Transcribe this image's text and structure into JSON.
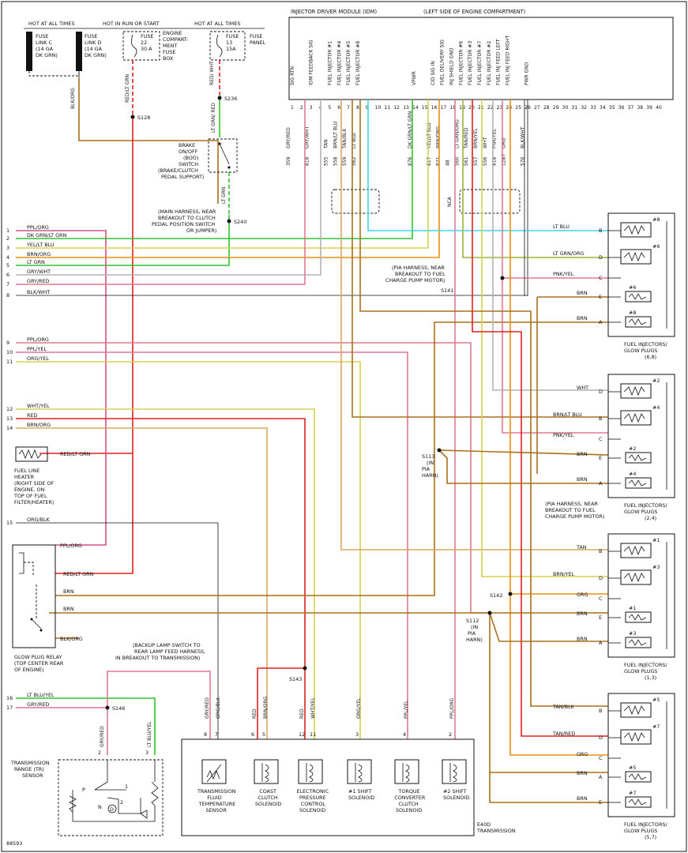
{
  "colors": {
    "pink": "#e0788f",
    "ppl": "#d4508a",
    "green": "#2ec42e",
    "yel": "#d8d050",
    "brown": "#a8701c",
    "orange": "#e89010",
    "gray": "#b4b4b4",
    "red": "#e02020",
    "darkgray": "#555555",
    "cyan": "#40d4e8",
    "olive": "#9ab43c",
    "tan": "#d8a860"
  },
  "fuses": {
    "hot_at_all_times_left": "HOT AT ALL TIMES",
    "hot_in_run": "HOT IN RUN OR START",
    "hot_at_all_times_right": "HOT AT ALL TIMES",
    "link_c": [
      "FUSE",
      "LINK C",
      "(14 GA",
      "DK GRN)"
    ],
    "link_d": [
      "FUSE",
      "LINK D",
      "(14 GA",
      "DK GRN)"
    ],
    "fuse22": [
      "FUSE",
      "22",
      "30 A"
    ],
    "engine_box": [
      "ENGINE",
      "COMPART-",
      "MENT",
      "FUSE",
      "BOX"
    ],
    "fuse13": [
      "FUSE",
      "13",
      "15A"
    ],
    "fuse_panel": [
      "FUSE",
      "PANEL"
    ]
  },
  "idm": {
    "title": "INJECTOR DRIVER MODULE (IDM)",
    "location": "(LEFT SIDE OF ENGINE COMPARTMENT)",
    "pin_labels": [
      "SIG RTN",
      "",
      "IDM FEEDBACK SIG",
      "",
      "FUEL INJECTOR #1",
      "FUEL INJECTOR #4",
      "FUEL INJECTOR #5",
      "FUEL INJECTOR #8",
      "",
      "",
      "",
      "",
      "",
      "VPWR",
      "",
      "CID SIG IN",
      "FUEL DELIVERY SIG",
      "INJ SHIELD GND",
      "FUEL INJECTOR #6",
      "FUEL INJECTOR #3",
      "FUEL INJECTOR #7",
      "FUEL INJECTOR #2",
      "FUEL INJ FEED LEFT",
      "FUEL INJ FEED RIGHT",
      "",
      "PWR GND"
    ],
    "pins": [
      "1",
      "2",
      "3",
      "4",
      "5",
      "6",
      "7",
      "8",
      "9",
      "10",
      "11",
      "12",
      "13",
      "14",
      "15",
      "16",
      "17",
      "18",
      "19",
      "20",
      "21",
      "22",
      "23",
      "24",
      "25",
      "26",
      "27",
      "28",
      "29",
      "30",
      "31",
      "32",
      "33",
      "34",
      "35",
      "36",
      "37",
      "38",
      "39",
      "40"
    ],
    "wire_colors": [
      "GRY/RED",
      "",
      "GRY/WHT",
      "",
      "TAN",
      "BRN/LT BLU",
      "TAN/BLK",
      "LT BLU",
      "",
      "",
      "",
      "",
      "",
      "DK GRN/LT GRN",
      "",
      "YEL/LT BLU",
      "BRN/ORG",
      "NCA",
      "LT GRN/ORG",
      "TAN/RED",
      "BRN/YEL",
      "WHT",
      "PNK/YEL",
      "ORG",
      "",
      "BLK/WHT"
    ],
    "circuits": [
      "359",
      "",
      "818",
      "",
      "555",
      "558",
      "559",
      "562",
      "",
      "",
      "",
      "",
      "",
      "876",
      "",
      "817",
      "821",
      "48",
      "560",
      "561",
      "557",
      "556",
      "818",
      "1287",
      "",
      "570"
    ],
    "nca": "NCA"
  },
  "splices": {
    "s128": "S128",
    "s236": "S236",
    "s240": "S240",
    "s141": "S141",
    "s113": "S113",
    "s113_note": [
      "(IN",
      "PIA",
      "HARN)"
    ],
    "s142": "S142",
    "s112": "S112",
    "s112_note": [
      "(IN",
      "PIA",
      "HARN)"
    ],
    "s143": "S143",
    "s146": "S146"
  },
  "notes": {
    "main_harness": [
      "(MAIN HARNESS, NEAR",
      "BREAKOUT TO CLUTCH",
      "PEDAL POSITION SWITCH",
      "OR JUMPER)"
    ],
    "pia_top": [
      "(PIA HARNESS, NEAR",
      "BREAKOUT TO FUEL",
      "CHARGE PUMP MOTOR)"
    ],
    "pia_mid": [
      "(PIA HARNESS, NEAR",
      "BREAKOUT TO FUEL",
      "CHARGE PUMP MOTOR)"
    ],
    "backup": [
      "(BACKUP LAMP SWITCH TO",
      "REAR LAMP FEED HARNESS,",
      "IN BREAKOUT TO TRANSMISSION)"
    ]
  },
  "brake_switch": [
    "BRAKE",
    "ON/OFF",
    "(BOO)",
    "SWITCH",
    "(BRAKE/CLUTCH",
    "PEDAL SUPPORT)"
  ],
  "left_wires": [
    {
      "n": "1",
      "label": "PPL/ORG"
    },
    {
      "n": "2",
      "label": "DK GRN/LT GRN"
    },
    {
      "n": "3",
      "label": "YEL/LT BLU"
    },
    {
      "n": "4",
      "label": "BRN/ORG"
    },
    {
      "n": "5",
      "label": "LT GRN"
    },
    {
      "n": "6",
      "label": "GRY/WHT"
    },
    {
      "n": "7",
      "label": "GRY/RED"
    },
    {
      "n": "8",
      "label": "BLK/WHT"
    },
    {
      "n": "9",
      "label": "PPL/ORG"
    },
    {
      "n": "10",
      "label": "PPL/YEL"
    },
    {
      "n": "11",
      "label": "ORG/YEL"
    },
    {
      "n": "12",
      "label": "WHT/YEL"
    },
    {
      "n": "13",
      "label": "RED"
    },
    {
      "n": "14",
      "label": "BRN/ORG"
    },
    {
      "n": "15",
      "label": "ORG/BLK"
    },
    {
      "n": "16",
      "label": "LT BLU/YEL"
    },
    {
      "n": "17",
      "label": "GRY/RED"
    }
  ],
  "wire_tags": {
    "blk_org": "BLK/ORG",
    "red_ltgrn": "RED/LT GRN",
    "red_wht": "RED/ WHT",
    "ltgrn_red": "LT GRN/ RED",
    "ltgrn": "LT GRN",
    "ppl_org": "PPL/ORG",
    "red_ltgrn2": "RED/LT GRN",
    "brn": "BRN",
    "brn2": "BRN",
    "blk_org2": "BLK/ORG",
    "red_ltgrn3": "RED/LT GRN"
  },
  "fuel_heater": [
    "FUEL LINE",
    "HEATER",
    "(RIGHT SIDE OF",
    "ENGINE, ON",
    "TOP OF FUEL",
    "FILTER/HEATER)"
  ],
  "glow_relay": [
    "GLOW PLUG RELAY",
    "(TOP CENTER REAR",
    "OF ENGINE)"
  ],
  "inj_groups": [
    {
      "title": [
        "FUEL INJECTORS/",
        "GLOW PLUGS",
        "(6,8)"
      ],
      "rows": [
        {
          "wire": "LT BLU",
          "pin": "B",
          "dev": "#8"
        },
        {
          "wire": "LT GRN/ORG",
          "pin": "D",
          "dev": "#6"
        },
        {
          "wire": "PNK/YEL",
          "pin": "C",
          "dev": ""
        },
        {
          "wire": "BRN",
          "pin": "E",
          "dev": "#6"
        },
        {
          "wire": "BRN",
          "pin": "A",
          "dev": "#8"
        }
      ]
    },
    {
      "title": [
        "FUEL INJECTORS/",
        "GLOW PLUGS",
        "(2,4)"
      ],
      "rows": [
        {
          "wire": "WHT",
          "pin": "D",
          "dev": "#2"
        },
        {
          "wire": "BRN/LT BLU",
          "pin": "B",
          "dev": "#4"
        },
        {
          "wire": "PNK/YEL",
          "pin": "C",
          "dev": ""
        },
        {
          "wire": "BRN",
          "pin": "E",
          "dev": "#2"
        },
        {
          "wire": "BRN",
          "pin": "A",
          "dev": "#4"
        }
      ]
    },
    {
      "title": [
        "FUEL INJECTORS/",
        "GLOW PLUGS",
        "(1,3)"
      ],
      "rows": [
        {
          "wire": "TAN",
          "pin": "B",
          "dev": "#1"
        },
        {
          "wire": "BRN/YEL",
          "pin": "D",
          "dev": "#3"
        },
        {
          "wire": "ORG",
          "pin": "C",
          "dev": ""
        },
        {
          "wire": "BRN",
          "pin": "E",
          "dev": "#1"
        },
        {
          "wire": "BRN",
          "pin": "A",
          "dev": "#3"
        }
      ]
    },
    {
      "title": [
        "FUEL INJECTORS/",
        "GLOW PLUGS",
        "(5,7)"
      ],
      "rows": [
        {
          "wire": "TAN/BLK",
          "pin": "B",
          "dev": "#5"
        },
        {
          "wire": "TAN/RED",
          "pin": "D",
          "dev": "#7"
        },
        {
          "wire": "ORG",
          "pin": "C",
          "dev": ""
        },
        {
          "wire": "BRN",
          "pin": "A",
          "dev": "#5"
        },
        {
          "wire": "BRN",
          "pin": "E",
          "dev": "#7"
        }
      ]
    }
  ],
  "trans": {
    "label": [
      "E40D",
      "TRANSMISSION"
    ],
    "wires": [
      {
        "pin": "8",
        "color": "GRY/RED"
      },
      {
        "pin": "7",
        "color": "ORG/BLK"
      },
      {
        "pin": "6",
        "color": "RED"
      },
      {
        "pin": "5",
        "color": "BRN/ORG"
      },
      {
        "pin": "12",
        "color": "RED"
      },
      {
        "pin": "11",
        "color": "WHT/YEL"
      },
      {
        "pin": "3",
        "color": "ORG/YEL"
      },
      {
        "pin": "4",
        "color": "PPL/YEL"
      },
      {
        "pin": "2",
        "color": "PPL/ORG"
      }
    ],
    "components": [
      [
        "TRANSMISSION",
        "FLUID",
        "TEMPERATURE",
        "SENSOR"
      ],
      [
        "COAST",
        "CLUTCH",
        "SOLENOID"
      ],
      [
        "ELECTRONIC",
        "PRESSURE",
        "CONTROL",
        "SOLENOID"
      ],
      [
        "#1 SHIFT",
        "SOLENOID"
      ],
      [
        "TORQUE",
        "CONVERTER",
        "CLUTCH",
        "SOLENOID"
      ],
      [
        "#2 SHIFT",
        "SOLENOID"
      ]
    ]
  },
  "tr_sensor": {
    "label": [
      "TRANSMISSION",
      "RANGE (TR)",
      "SENSOR"
    ],
    "wire_a": "GRY/RED",
    "wire_b": "LT BLU/YEL",
    "pin_a": "2",
    "pin_b": "3",
    "p": "P",
    "n": "N",
    "d": "D",
    "one": "1",
    "two": "2"
  },
  "figure_id": "88593"
}
